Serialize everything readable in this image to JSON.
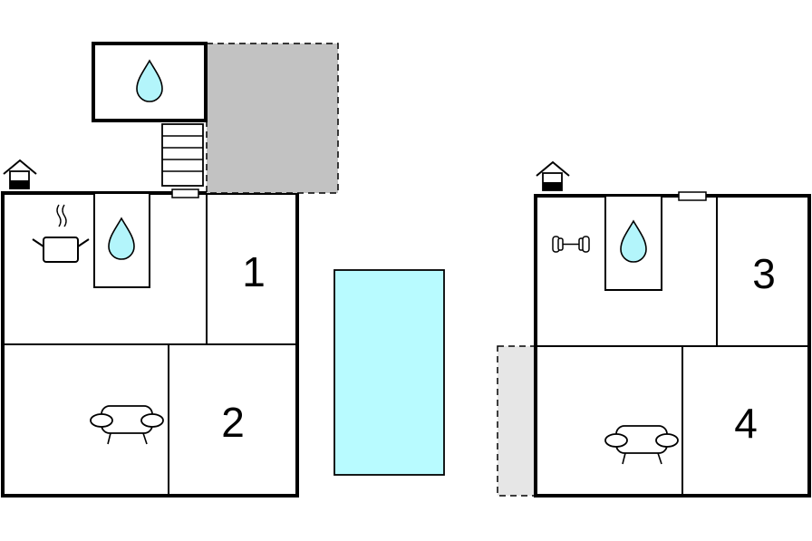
{
  "colors": {
    "wall": "#000000",
    "water": "#b3f5fb",
    "pool": "#b8fbff",
    "terrace": "#c2c2c2",
    "terrace_light": "#e6e6e6"
  },
  "rooms": [
    {
      "label": "1"
    },
    {
      "label": "2"
    },
    {
      "label": "3"
    },
    {
      "label": "4"
    }
  ],
  "icons": [
    "water-drop-icon",
    "stairs-icon",
    "house-entrance-icon",
    "cooking-pot-icon",
    "dumbbell-icon",
    "sofa-icon",
    "window-icon"
  ]
}
